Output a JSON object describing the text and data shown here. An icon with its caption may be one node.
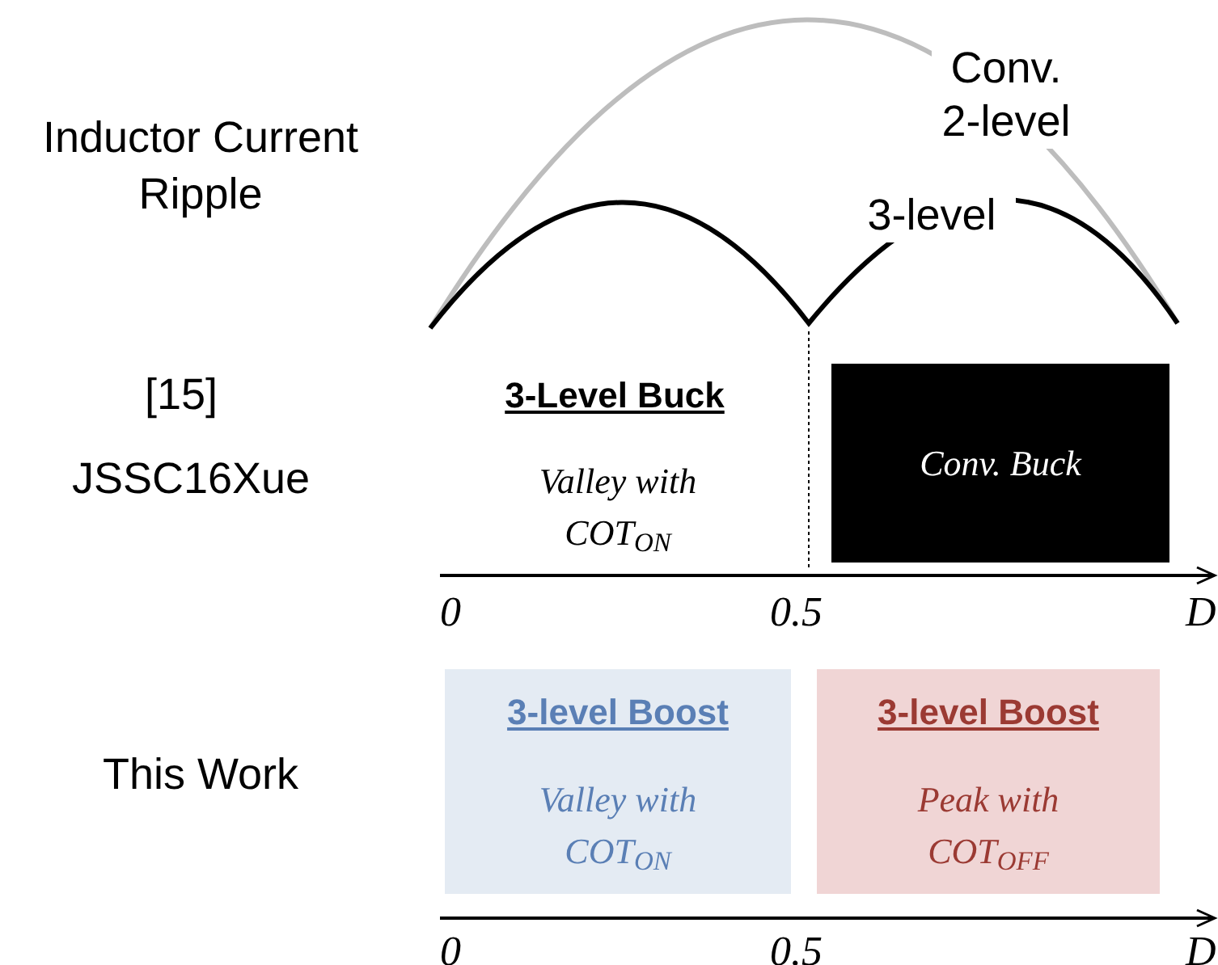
{
  "diagram": {
    "nodes": [
      {
        "text": [
          "Conv. Buck"
        ]
      },
      {
        "text": [
          "3-level Boost",
          "Valley with COT$_{ON}$"
        ]
      },
      {
        "text": [
          "3-level Boost",
          "Peak with COT$_{OFF}$"
        ]
      }
    ],
    "labels": [
      "Inductor Current Ripple",
      "Conv. 2-level",
      "3-level",
      "[15]",
      "JSSC16Xue",
      "3-Level Buck",
      "Valley with COT$_{ON}$",
      "0",
      "0.5",
      "D",
      "This Work",
      "0",
      "0.5",
      "D"
    ]
  }
}
